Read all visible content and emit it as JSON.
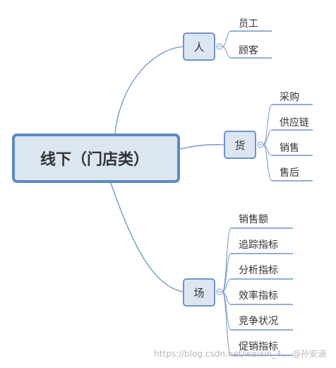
{
  "root": {
    "label": "线下（门店类）"
  },
  "categories": [
    {
      "id": "people",
      "label": "人",
      "items": [
        "员工",
        "顾客"
      ]
    },
    {
      "id": "goods",
      "label": "货",
      "items": [
        "采购",
        "供应链",
        "销售",
        "售后"
      ]
    },
    {
      "id": "place",
      "label": "场",
      "items": [
        "销售额",
        "追踪指标",
        "分析指标",
        "效率指标",
        "竞争状况",
        "促销指标"
      ]
    }
  ],
  "watermark": "https://blog.csdn.net/weixin_4... @孙安涵",
  "colors": {
    "node_fill": "#dce6f1",
    "root_border": "#5b8ac4",
    "node_border": "#6f94c6",
    "line": "#6f94c6"
  }
}
